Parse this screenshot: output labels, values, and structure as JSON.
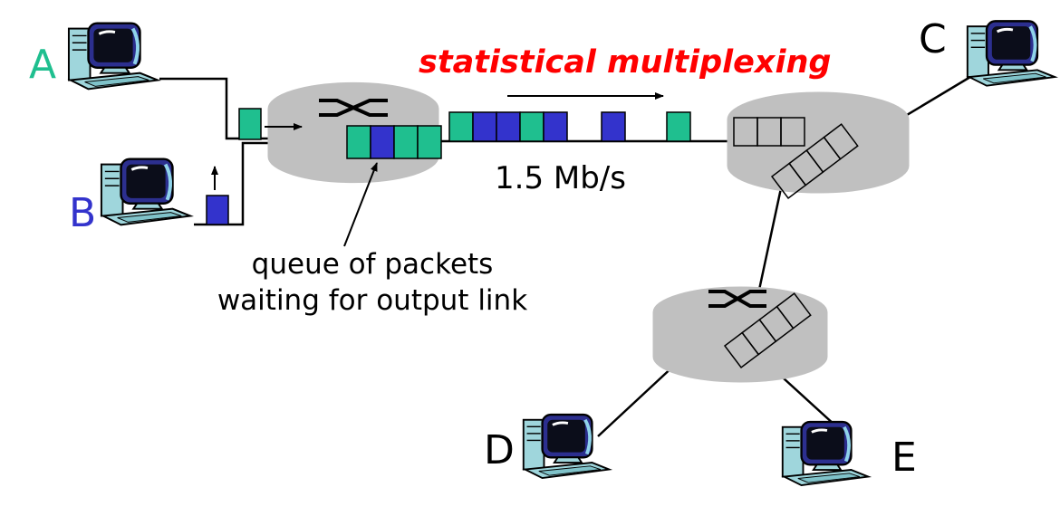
{
  "title": {
    "text": "statistical multiplexing",
    "color": "#ff0000"
  },
  "link_rate": "1.5 Mb/s",
  "queue_note": "queue of packets waiting for output link",
  "hosts": [
    {
      "id": "A",
      "label": "A",
      "color": "#1fbf8f",
      "icon": "desktop-computer-icon"
    },
    {
      "id": "B",
      "label": "B",
      "color": "#3333cc",
      "icon": "desktop-computer-icon"
    },
    {
      "id": "C",
      "label": "C",
      "color": "#000000",
      "icon": "desktop-computer-icon"
    },
    {
      "id": "D",
      "label": "D",
      "color": "#000000",
      "icon": "desktop-computer-icon"
    },
    {
      "id": "E",
      "label": "E",
      "color": "#000000",
      "icon": "desktop-computer-icon"
    }
  ],
  "routers": [
    {
      "id": "router-1",
      "icon": "router-icon"
    },
    {
      "id": "router-2",
      "icon": "router-icon"
    },
    {
      "id": "router-3",
      "icon": "router-icon"
    }
  ],
  "packet_colors": {
    "A": "#1fbf8f",
    "B": "#3333cc"
  },
  "router_queue_sequence": [
    "A",
    "B",
    "A",
    "A"
  ],
  "link_packet_sequence": [
    "A",
    "B",
    "B",
    "A",
    "B",
    "B",
    "A"
  ]
}
